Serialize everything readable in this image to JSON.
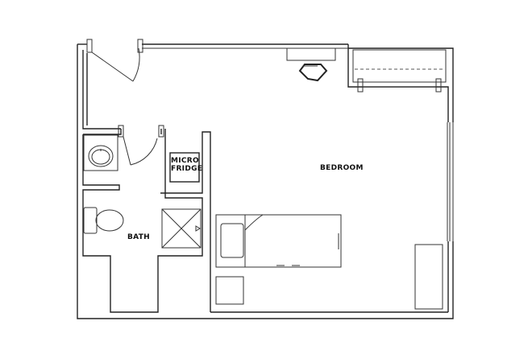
{
  "rooms": {
    "bedroom": "BEDROOM",
    "bath": "BATH"
  },
  "appliances": {
    "fridge_line1": "MICRO",
    "fridge_line2": "FRIDGE"
  },
  "icons": [
    "door-swing-icon",
    "sink-icon",
    "toilet-icon",
    "shower-icon",
    "bed-icon",
    "chair-icon",
    "desk-icon",
    "nightstand-icon",
    "dresser-icon",
    "window-icon"
  ],
  "colors": {
    "line": "#222222",
    "background": "#ffffff"
  }
}
